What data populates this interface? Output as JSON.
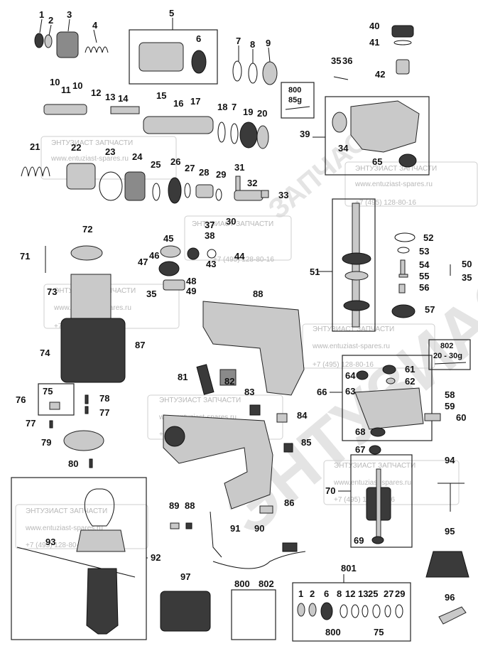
{
  "watermark": {
    "big_text": "ЭНТУЗИАСТ",
    "small_text": "ЗАПЧАСТИ",
    "brand": "ЭНТУЗИАСТ ЗАПЧАСТИ",
    "url": "www.entuziast-spares.ru",
    "phone": "+7 (495) 128-80-16"
  },
  "grease": {
    "g800_num": "800",
    "g800_amount": "85g",
    "g802_num": "802",
    "g802_amount": "20 - 30g"
  },
  "callouts": {
    "n1": "1",
    "n2": "2",
    "n3": "3",
    "n4": "4",
    "n5": "5",
    "n6": "6",
    "n7a": "7",
    "n7b": "7",
    "n8": "8",
    "n9": "9",
    "n10a": "10",
    "n10b": "10",
    "n11": "11",
    "n12": "12",
    "n13": "13",
    "n14": "14",
    "n15": "15",
    "n16": "16",
    "n17": "17",
    "n18": "18",
    "n19": "19",
    "n20": "20",
    "n21": "21",
    "n22": "22",
    "n23": "23",
    "n24": "24",
    "n25": "25",
    "n26": "26",
    "n27": "27",
    "n28": "28",
    "n29": "29",
    "n30": "30",
    "n31": "31",
    "n32": "32",
    "n33": "33",
    "n34": "34",
    "n35a": "35",
    "n35b": "35",
    "n35c": "35",
    "n36": "36",
    "n37": "37",
    "n38": "38",
    "n39": "39",
    "n40": "40",
    "n41": "41",
    "n42": "42",
    "n43": "43",
    "n44": "44",
    "n45": "45",
    "n46": "46",
    "n47": "47",
    "n48": "48",
    "n49": "49",
    "n50": "50",
    "n51": "51",
    "n52": "52",
    "n53": "53",
    "n54": "54",
    "n55": "55",
    "n56": "56",
    "n57": "57",
    "n58": "58",
    "n59": "59",
    "n60": "60",
    "n61": "61",
    "n62": "62",
    "n63": "63",
    "n64": "64",
    "n65": "65",
    "n66": "66",
    "n67": "67",
    "n68": "68",
    "n69": "69",
    "n70": "70",
    "n71": "71",
    "n72": "72",
    "n73": "73",
    "n74": "74",
    "n75a": "75",
    "n75b": "75",
    "n76": "76",
    "n77a": "77",
    "n77b": "77",
    "n78": "78",
    "n79": "79",
    "n80": "80",
    "n81": "81",
    "n82": "82",
    "n83": "83",
    "n84": "84",
    "n85": "85",
    "n86": "86",
    "n87": "87",
    "n88a": "88",
    "n88b": "88",
    "n89": "89",
    "n90": "90",
    "n91": "91",
    "n92": "92",
    "n93": "93",
    "n94": "94",
    "n95": "95",
    "n96": "96",
    "n97": "97",
    "n800": "800",
    "n802": "802",
    "n801": "801"
  },
  "kit801": {
    "row": [
      "1",
      "2",
      "6",
      "8",
      "12",
      "13",
      "25",
      "27",
      "29"
    ],
    "n800": "800",
    "n75": "75"
  }
}
